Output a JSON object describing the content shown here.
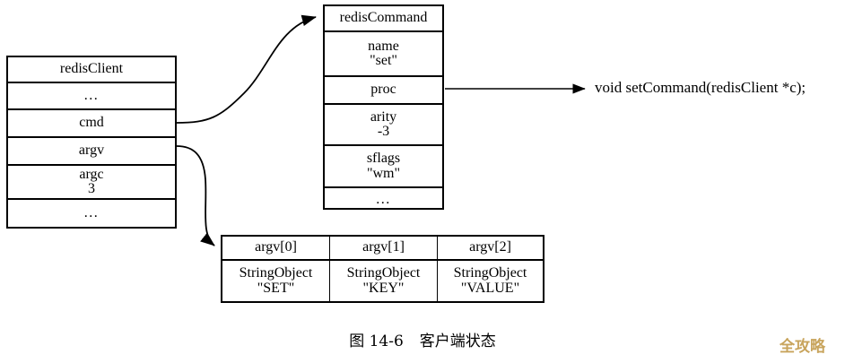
{
  "figure": {
    "caption_number": "图 14-6",
    "caption_title": "客户端状态",
    "watermark": "全攻略",
    "background_color": "#ffffff",
    "line_color": "#000000"
  },
  "redis_client": {
    "title": "redisClient",
    "rows": [
      {
        "label": "...",
        "value": ""
      },
      {
        "label": "cmd",
        "value": ""
      },
      {
        "label": "argv",
        "value": ""
      },
      {
        "label": "argc",
        "value": "3"
      },
      {
        "label": "...",
        "value": ""
      }
    ]
  },
  "redis_command": {
    "title": "redisCommand",
    "rows": [
      {
        "label": "name",
        "value": "\"set\""
      },
      {
        "label": "proc",
        "value": ""
      },
      {
        "label": "arity",
        "value": "-3"
      },
      {
        "label": "sflags",
        "value": "\"wm\""
      },
      {
        "label": "...",
        "value": ""
      }
    ]
  },
  "argv_table": {
    "headers": [
      "argv[0]",
      "argv[1]",
      "argv[2]"
    ],
    "cells": [
      {
        "type": "StringObject",
        "value": "\"SET\""
      },
      {
        "type": "StringObject",
        "value": "\"KEY\""
      },
      {
        "type": "StringObject",
        "value": "\"VALUE\""
      }
    ]
  },
  "proc_target": {
    "signature": "void setCommand(redisClient *c);"
  }
}
